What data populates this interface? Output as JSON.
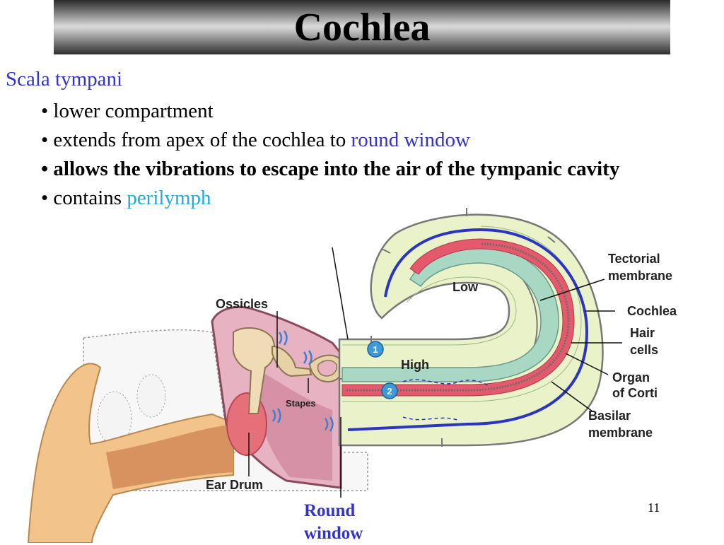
{
  "slide": {
    "title": "Cochlea",
    "heading": "Scala tympani",
    "bullets": [
      {
        "prefix": "• ",
        "text": "lower compartment",
        "highlight": ""
      },
      {
        "prefix": "• ",
        "text": "extends from apex of the cochlea to ",
        "highlight": "round window"
      },
      {
        "prefix": "• ",
        "text": "allows the vibrations to escape into the air of the tympanic cavity",
        "highlight": ""
      },
      {
        "prefix": "• ",
        "text": "contains ",
        "highlight": "perilymph"
      }
    ],
    "slide_number": "11"
  },
  "diagram": {
    "labels": {
      "ossicles": "Ossicles",
      "stapes": "Stapes",
      "ear_drum": "Ear Drum",
      "low": "Low",
      "high": "High",
      "tectorial_1": "Tectorial",
      "tectorial_2": "membrane",
      "cochlea": "Cochlea",
      "hair_1": "Hair",
      "hair_2": "cells",
      "organ_1": "Organ",
      "organ_2": "of Corti",
      "basilar_1": "Basilar",
      "basilar_2": "membrane",
      "marker_1": "1",
      "marker_2": "2",
      "round_window_1": "Round",
      "round_window_2": "window"
    },
    "colors": {
      "highlight_blue": "#3333cc",
      "perilymph_cyan": "#22aadd",
      "scala_outline": "#2b35c0",
      "skin": "#f2c38a",
      "middle_ear_pink": "#e7b2c1",
      "cochlea_green": "#e9f2c8",
      "duct_teal": "#a8d8c4",
      "membrane_red": "#e45a6c",
      "marker_blue": "#3d9ad8"
    }
  }
}
